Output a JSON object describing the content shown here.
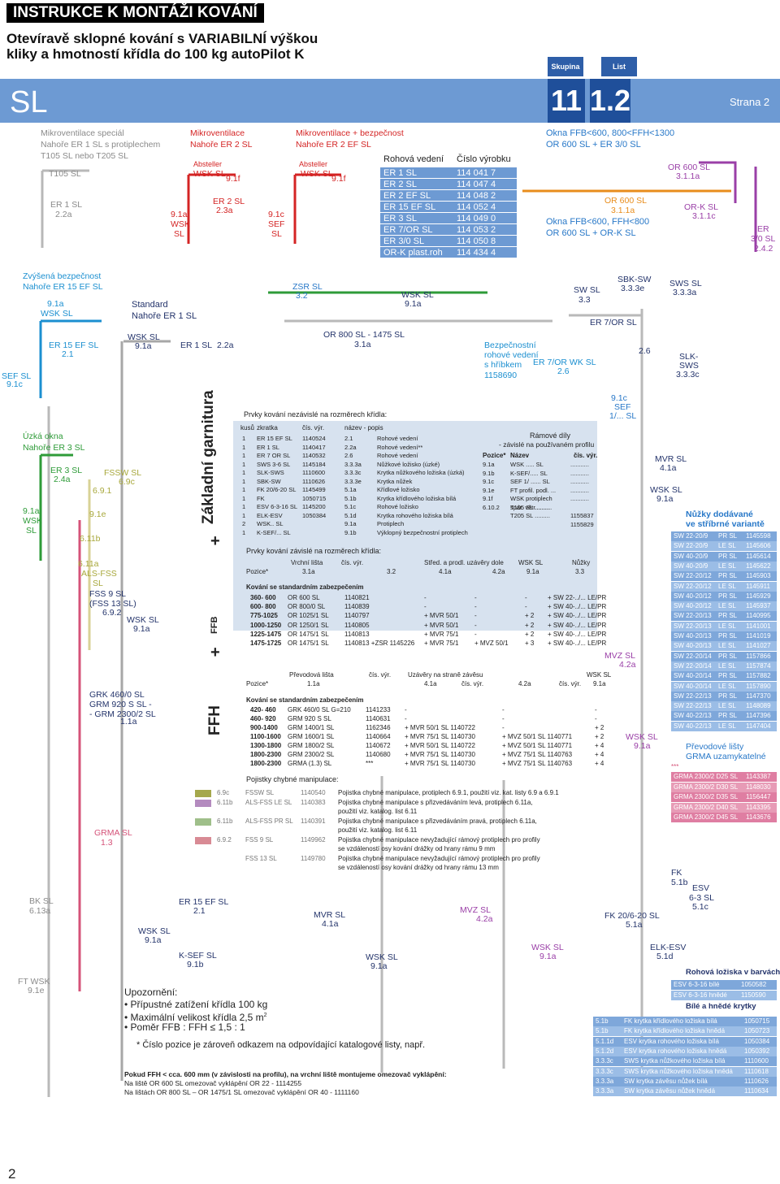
{
  "header": {
    "title": "INSTRUKCE K MONTÁŽI KOVÁNÍ",
    "subtitle": "Otevíravě sklopné kování s VARIABILNÍ výškou kliky a hmotností křídla do 100 kg autoPilot K",
    "sl": "SL",
    "skupina_label": "Skupina",
    "list_label": "List",
    "skupina": "11",
    "list": "1.2",
    "page": "Strana 2"
  },
  "colors": {
    "banner": "#6d9ad3",
    "dark": "#1f4f9a"
  },
  "sec1": {
    "t1": "Mikroventilace speciál",
    "t2": "Nahoře ER 1 SL s protiplechem",
    "t3": "T105 SL nebo T205 SL",
    "a": "T105 SL",
    "b": "ER 1 SL",
    "c": "2.2a"
  },
  "sec2": {
    "t1": "Mikroventilace",
    "t2": "Nahoře ER 2 SL",
    "abs": "Absteller",
    "wsk": "WSK SL",
    "n": "9.1f",
    "er": "ER 2 SL",
    "erp": "2.3a",
    "p1": "9.1a",
    "p2": "WSK",
    "p3": "SL"
  },
  "sec3": {
    "t1": "Mikroventilace + bezpečnost",
    "t2": "Nahoře ER 2 EF SL",
    "abs": "Absteller",
    "wsk": "WSK SL",
    "n": "9.1f",
    "p1": "9.1c",
    "p2": "SEF",
    "p3": "SL"
  },
  "rohove": {
    "h1": "Rohová vedení",
    "h2": "Číslo výrobku",
    "rows": [
      [
        "ER 1 SL",
        "114 041 7"
      ],
      [
        "ER 2 SL",
        "114 047 4"
      ],
      [
        "ER 2 EF SL",
        "114 048 2"
      ],
      [
        "ER 15 EF SL",
        "114 052 4"
      ],
      [
        "ER 3 SL",
        "114 049 0"
      ],
      [
        "ER 7/OR SL",
        "114 053 2"
      ],
      [
        "ER 3/0 SL",
        "114 050 8"
      ],
      [
        "OR-K plast.roh",
        "114 434 4"
      ]
    ]
  },
  "okna": {
    "t1": "Okna FFB<600, 800<FFH<1300",
    "t2": "OR 600 SL + ER 3/0 SL",
    "a": "OR 600 SL",
    "an": "3.1.1a",
    "b": "OR 600 SL",
    "bn": "3.1.1a",
    "c": "OR-K SL",
    "cn": "3.1.1c",
    "t3": "Okna FFB<600, FFH<800",
    "t4": "OR 600 SL + OR-K SL",
    "er": "ER",
    "er2": "3/0 SL",
    "er3": "2.4.2"
  },
  "zvysena": {
    "t1": "Zvýšená bezpečnost",
    "t2": "Nahoře ER 15 EF SL",
    "n1": "9.1a",
    "n2": "WSK SL",
    "er": "ER 15 EF SL",
    "ern": "2.1",
    "sef": "SEF SL",
    "sefn": "9.1c"
  },
  "standard": {
    "t1": "Standard",
    "t2": "Nahoře ER 1 SL",
    "wsk": "WSK SL",
    "wn": "9.1a",
    "er": "ER 1 SL",
    "ern": "2.2a"
  },
  "mid": {
    "zsr": "ZSR SL",
    "zsrn": "3.2",
    "wsk": "WSK SL",
    "wn": "9.1a",
    "or": "OR 800 SL - 1475 SL",
    "orn": "3.1a"
  },
  "rightmid": {
    "sw": "SW SL",
    "swn": "3.3",
    "sbk": "SBK-SW",
    "sbkn": "3.3.3e",
    "sws": "SWS SL",
    "swsn": "3.3.3a",
    "er7": "ER 7/OR SL",
    "bez1": "Bezpečnostní",
    "bez2": "rohové vedení",
    "bez3": "s hříbkem",
    "bez4": "1158690",
    "er7wk": "ER 7/OR WK SL",
    "er7n": "2.6",
    "n26": "2.6",
    "slk": "SLK-",
    "slk2": "SWS",
    "slk3": "3.3.3c",
    "sef": "9.1c",
    "sef2": "SEF",
    "sef3": "1/... SL"
  },
  "uzka": {
    "t1": "Úzká okna",
    "t2": "Nahoře ER 3 SL",
    "er": "ER 3 SL",
    "ern": "2.4a",
    "fssw": "FSSW SL",
    "fn": "6.9c",
    "n691": "6.9.1",
    "n91a": "9.1a",
    "wsk": "WSK",
    "sl": "SL",
    "n91e": "9.1e",
    "n611b": "6.11b",
    "n611a": "6.11a",
    "als": "ALS-FSS",
    "als2": "SL",
    "fss": "FSS 9 SL",
    "fss2": "(FSS 13 SL)",
    "fss3": "6.9.2",
    "wsk2": "WSK SL",
    "wn2": "9.1a",
    "grk1": "GRK 460/0 SL",
    "grk2": "GRM 920 S SL -",
    "grk3": "- GRM 2300/2 SL",
    "grk4": "1.1a",
    "grma": "GRMA SL",
    "grman": "1.3",
    "bk": "BK SL",
    "bkn": "6.13a",
    "ft": "FT WSK",
    "ftn": "9.1e"
  },
  "bottom": {
    "er15": "ER 15 EF SL",
    "er15n": "2.1",
    "wsk": "WSK SL",
    "wn": "9.1a",
    "ksef": "K-SEF SL",
    "ksefn": "9.1b",
    "mvr": "MVR SL",
    "mvrn": "4.1a",
    "wsk2": "WSK SL",
    "wn2": "9.1a",
    "mvz": "MVZ SL",
    "mvzn": "4.2a",
    "wsk3": "WSK SL",
    "wn3": "9.1a"
  },
  "notes": {
    "upoz": "Upozornění:",
    "b1": "• Přípustné zatížení křídla 100 kg",
    "b2": "• Maximální velikost křídla 2,5 m",
    "b2sup": "2",
    "b3": "• Poměr FFB : FFH ≤ 1,5 : 1",
    "foot": "* Číslo pozice je zároveň odkazem na odpovídající katalogové listy, např.",
    "pok1": "Pokud FFH < cca. 600 mm (v závislosti na profilu), na vrchní liště montujeme omezovač vyklápění:",
    "pok2": "Na liště OR 600 SL omezovač vyklápění OR 22 - 1114255",
    "pok3": "Na lištách OR 800 SL – OR 1475/1 SL omezovač vyklápění OR 40 - 1111160"
  },
  "vertical": {
    "zakl": "Základní garnitura",
    "plus": "+",
    "ffb": "FFB",
    "plus2": "+",
    "ffh": "FFH"
  },
  "nezav": {
    "title": "Prvky kování nezávislé na rozměrech křídla:",
    "h": [
      "kusů",
      "zkratka",
      "čís. výr.",
      "název - popis"
    ],
    "rows": [
      [
        "1",
        "ER 15 EF SL",
        "1140524",
        "2.1",
        "Rohové vedení"
      ],
      [
        "1",
        "ER 1 SL",
        "1140417",
        "2.2a",
        "Rohové vedení**"
      ],
      [
        "1",
        "ER 7 OR SL",
        "1140532",
        "2.6",
        "Rohové vedení"
      ],
      [
        "1",
        "SWS 3-6 SL",
        "1145184",
        "3.3.3a",
        "Nůžkové ložisko (úzké)"
      ],
      [
        "1",
        "SLK-SWS",
        "1110600",
        "3.3.3c",
        "Krytka nůžkového ložiska (úzká)"
      ],
      [
        "1",
        "SBK-SW",
        "1110626",
        "3.3.3e",
        "Krytka nůžek"
      ],
      [
        "1",
        "FK 20/6-20 SL",
        "1145499",
        "5.1a",
        "Křídlové ložisko"
      ],
      [
        "1",
        "FK",
        "1050715",
        "5.1b",
        "Krytka křídlového ložiska bílá"
      ],
      [
        "1",
        "ESV 6-3-16 SL",
        "1145200",
        "5.1c",
        "Rohové ložisko"
      ],
      [
        "1",
        "ELK-ESV",
        "1050384",
        "5.1d",
        "Krytka rohového ložiska bílá"
      ],
      [
        "2",
        "WSK.. SL",
        "",
        "9.1a",
        "Protiplech"
      ],
      [
        "1",
        "K-SEF/... SL",
        "",
        "9.1b",
        "Výklopný bezpečnostní protiplech"
      ]
    ]
  },
  "ramove": {
    "t1": "Rámové díly",
    "t2": "- závislé na používaném profilu",
    "h": [
      "Pozice*",
      "Název",
      "čís. výr."
    ],
    "rows": [
      [
        "9.1a",
        "WSK ..... SL",
        "..........."
      ],
      [
        "9.1b",
        "K-SEF/..... SL",
        "..........."
      ],
      [
        "9.1c",
        "SEF 1/ ...... SL",
        "..........."
      ],
      [
        "9.1e",
        "FT profil. podl. ...",
        "..........."
      ],
      [
        "9.1f",
        "WSK protiplech",
        "spár. větr..........",
        "..........."
      ],
      [
        "6.10.2",
        "T105 SL .........",
        "1155837"
      ],
      [
        "",
        "T205 SL .........",
        "1155829"
      ]
    ]
  },
  "zavisle": {
    "title": "Prvky kování závislé na rozměrech křídla:",
    "h": [
      "Vrchní lišta",
      "čís. výr.",
      "Střed. a prodl. uzávěry dole",
      "WSK SL",
      "Nůžky"
    ],
    "pozice": "Pozice*",
    "pos": [
      "3.1a",
      "3.2",
      "4.1a",
      "4.2a",
      "9.1a",
      "3.3"
    ],
    "std": "Kování se standardním zabezpečením",
    "rows": [
      [
        "360- 600",
        "OR  600 SL",
        "1140821",
        "-",
        "-",
        "-",
        "+ SW 22-../... LE/PR"
      ],
      [
        "600- 800",
        "OR  800/0 SL",
        "1140839",
        "-",
        "-",
        "-",
        "+ SW 40-../... LE/PR"
      ],
      [
        "775-1025",
        "OR  1025/1 SL",
        "1140797",
        "+ MVR 50/1",
        "-",
        "+ 2",
        "+ SW 40-../... LE/PR"
      ],
      [
        "1000-1250",
        "OR  1250/1 SL",
        "1140805",
        "+ MVR 50/1",
        "-",
        "+ 2",
        "+ SW 40-../... LE/PR"
      ],
      [
        "1225-1475",
        "OR  1475/1 SL",
        "1140813",
        "+ MVR 75/1",
        "-",
        "+ 2",
        "+ SW 40-../... LE/PR"
      ],
      [
        "1475-1725",
        "OR  1475/1 SL",
        "1140813 +ZSR 1145226",
        "+ MVR 75/1",
        "+ MVZ 50/1",
        "+ 3",
        "+ SW 40-../... LE/PR"
      ]
    ]
  },
  "prevod": {
    "h": [
      "Převodová lišta",
      "čís. výr.",
      "Uzávěry na straně závěsu",
      "čís. výr.",
      "WSK SL",
      "čís. výr."
    ],
    "pos": [
      "1.1a",
      "4.1a",
      "4.2a",
      "9.1a"
    ],
    "pozice": "Pozice*",
    "std": "Kování se standardním zabezpečením",
    "rows": [
      [
        "420- 460",
        "GRK  460/0 SL G=210",
        "1141233",
        "-",
        "-",
        "-"
      ],
      [
        "460- 920",
        "GRM  920 S SL",
        "1140631",
        "-",
        "-",
        "-"
      ],
      [
        "900-1400",
        "GRM  1400/1 SL",
        "1162346",
        "+ MVR 50/1 SL 1140722",
        "-",
        "+ 2"
      ],
      [
        "1100-1600",
        "GRM  1600/1 SL",
        "1140664",
        "+ MVR 75/1 SL 1140730",
        "+ MVZ 50/1 SL 1140771",
        "+ 2"
      ],
      [
        "1300-1800",
        "GRM  1800/2 SL",
        "1140672",
        "+ MVR 50/1 SL 1140722",
        "+ MVZ 50/1 SL 1140771",
        "+ 4"
      ],
      [
        "1800-2300",
        "GRM  2300/2 SL",
        "1140680",
        "+ MVR 75/1 SL 1140730",
        "+ MVZ 75/1 SL 1140763",
        "+ 4"
      ],
      [
        "1800-2300",
        "GRMA  (1.3) SL",
        "***",
        "+ MVR 75/1 SL 1140730",
        "+ MVZ 75/1 SL 1140763",
        "+ 4"
      ]
    ]
  },
  "pojistky": {
    "title": "Pojistky chybné manipulace:",
    "rows": [
      [
        "6.9c",
        "FSSW SL",
        "1140540",
        "Pojistka chybné manipulace, protiplech 6.9.1, použití viz. kat. listy 6.9 a 6.9.1"
      ],
      [
        "6.11b",
        "ALS-FSS LE SL",
        "1140383",
        "Pojistka chybné manipulace s přizvedáváním levá, protiplech 6.11a,"
      ],
      [
        "",
        "",
        "",
        "použití viz. katalog. list 6.11"
      ],
      [
        "6.11b",
        "ALS-FSS PR SL",
        "1140391",
        "Pojistka chybné manipulace s přizvedáváním pravá, protiplech 6.11a,"
      ],
      [
        "",
        "",
        "",
        "použití viz. katalog. list 6.11"
      ],
      [
        "6.9.2",
        "FSS 9 SL",
        "1149962",
        "Pojistka chybné manipulace nevyžadující rámový protiplech pro profily"
      ],
      [
        "",
        "",
        "",
        "se vzdáleností osy kování drážky od hrany rámu 9 mm"
      ],
      [
        "",
        "FSS 13 SL",
        "1149780",
        "Pojistka chybné manipulace nevyžadující rámový protiplech pro profily"
      ],
      [
        "",
        "",
        "",
        "se vzdáleností osy kování drážky od hrany rámu 13 mm"
      ]
    ],
    "colors": [
      "#a5a84c",
      "#b48bbf",
      "#9fbf8a",
      "#d88a94"
    ]
  },
  "right": {
    "mvr": "MVR SL",
    "mvrn": "4.1a",
    "wsk": "WSK SL",
    "wn": "9.1a",
    "nuz1": "Nůžky dodávané",
    "nuz2": "ve stříbrné variantě",
    "sw": [
      [
        "SW 22-20/9",
        "PR SL",
        "1145598"
      ],
      [
        "SW 22-20/9",
        "LE SL",
        "1145606"
      ],
      [
        "SW 40-20/9",
        "PR SL",
        "1145614"
      ],
      [
        "SW 40-20/9",
        "LE SL",
        "1145622"
      ],
      [
        "SW 22-20/12",
        "PR SL",
        "1145903"
      ],
      [
        "SW 22-20/12",
        "LE SL",
        "1145911"
      ],
      [
        "SW 40-20/12",
        "PR SL",
        "1145929"
      ],
      [
        "SW 40-20/12",
        "LE SL",
        "1145937"
      ],
      [
        "SW 22-20/13",
        "PR SL",
        "1140995"
      ],
      [
        "SW 22-20/13",
        "LE SL",
        "1141001"
      ],
      [
        "SW 40-20/13",
        "PR SL",
        "1141019"
      ],
      [
        "SW 40-20/13",
        "LE SL",
        "1141027"
      ],
      [
        "SW 22-20/14",
        "PR SL",
        "1157866"
      ],
      [
        "SW 22-20/14",
        "LE SL",
        "1157874"
      ],
      [
        "SW 40-20/14",
        "PR SL",
        "1157882"
      ],
      [
        "SW 40-20/14",
        "LE SL",
        "1157890"
      ],
      [
        "SW 22-22/13",
        "PR SL",
        "1147370"
      ],
      [
        "SW 22-22/13",
        "LE SL",
        "1148089"
      ],
      [
        "SW 40-22/13",
        "PR SL",
        "1147396"
      ],
      [
        "SW 40-22/13",
        "LE SL",
        "1147404"
      ]
    ],
    "mvz": "MVZ SL",
    "mvzn": "4.2a",
    "wsk2": "WSK SL",
    "wn2": "9.1a",
    "prev1": "Převodové lišty",
    "prev2": "GRMA uzamykatelné",
    "grmastar": "***",
    "grma": [
      [
        "GRMA 2300/2 D25 SL",
        "1143387"
      ],
      [
        "GRMA 2300/2 D30 SL",
        "1148030"
      ],
      [
        "GRMA 2300/2 D35 SL",
        "1156447"
      ],
      [
        "GRMA 2300/2 D40 SL",
        "1143395"
      ],
      [
        "GRMA 2300/2 D45 SL",
        "1143676"
      ]
    ],
    "fk": "FK",
    "fkn": "5.1b",
    "esv": "ESV",
    "esv2": "6-3 SL",
    "esvn": "5.1c",
    "fk20": "FK 20/6-20 SL",
    "fk20n": "5.1a",
    "elk": "ELK-ESV",
    "elkn": "5.1d",
    "roh": "Rohová ložiska v barvách",
    "rohr": [
      [
        "ESV 6-3-16 bílé",
        "1050582"
      ],
      [
        "ESV 6-3-16 hnědé",
        "1150590"
      ]
    ],
    "bh": "Bílé a hnědé krytky",
    "kr": [
      [
        "5.1b",
        "FK krytka křídlového ložiska bílá",
        "1050715"
      ],
      [
        "5.1b",
        "FK krytka křídlového ložiska hnědá",
        "1050723"
      ],
      [
        "5.1.1d",
        "ESV krytka rohového ložiska bílá",
        "1050384"
      ],
      [
        "5.1.2d",
        "ESV krytka rohového ložiska hnědá",
        "1050392"
      ],
      [
        "3.3.3c",
        "SWS krytka nůžkového ložiska bílá",
        "1110600"
      ],
      [
        "3.3.3c",
        "SWS krytka nůžkového ložiska hnědá",
        "1110618"
      ],
      [
        "3.3.3a",
        "SW krytka závěsu nůžek bílá",
        "1110626"
      ],
      [
        "3.3.3a",
        "SW krytka závěsu nůžek hnědá",
        "1110634"
      ]
    ]
  },
  "page_number": "2"
}
